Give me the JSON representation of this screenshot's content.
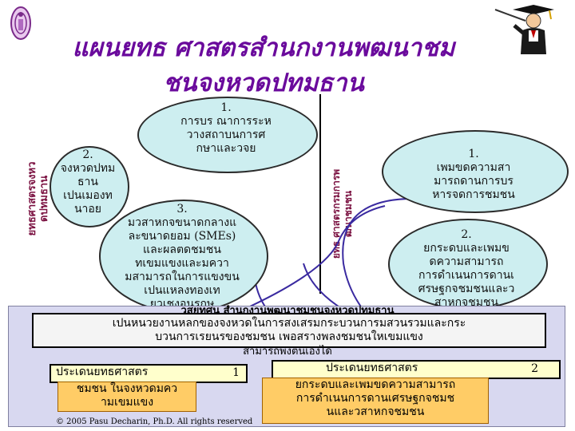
{
  "title": {
    "line1": "แผนยทธ ศาสตรสำนกงานพฒนาชม",
    "line2": "ชนจงหวดปทมธาน"
  },
  "side_labels": {
    "left": [
      "ยทธศาสตรจงหว",
      "ดปทมธาน"
    ],
    "center": [
      "ยทธ ศาสตรกรมการพ",
      "ฒนาชมชน"
    ]
  },
  "bubbles": {
    "top_center": [
      "1.",
      "การบร ณาการระห",
      "วางสถาบนการศ",
      "กษาและวจย"
    ],
    "left_2": [
      "2.",
      "จงหวดปทม",
      "ธาน",
      "เปนเมองท",
      "นาอย"
    ],
    "left_3": [
      "3.",
      "มวสาหกจขนาดกลางแ",
      "ละขนาดยอม (SMEs)",
      "และผลตดชมชน",
      "ทเขมแขงและมควา",
      "มสามารถในการแขงขน",
      "เปนแหลงทองเท",
      "ยวเชงอนรกษ"
    ],
    "right_1": [
      "1.",
      "เพมขดความสา",
      "มารถดานการบร",
      "หารจดการชมชน"
    ],
    "right_2": [
      "2.",
      "ยกระดบและเพมข",
      "ดความสามารถ",
      "การดำเนนการดานเ",
      "ศรษฐกจชมชนและว",
      "สาหกจชมชน"
    ]
  },
  "vision": {
    "heading": "วสยทศน สำนกงานพฒนาชมชนจงหวดปทมธาน",
    "line1": "เปนหนวยงานหลกของจงหวดในการสงเสรมกระบวนการมสวนรวมและกระ",
    "line2": "บวนการเรยนรของชมชน เพอสรางพลงชมชนใหเขมแขง",
    "line3": "สามารถพงตนเองได"
  },
  "strategy1": {
    "label": "ประเดนยทธศาสตร",
    "number": "1",
    "body": [
      "ชมชน ในจงหวดมคว",
      "ามเขมแขง"
    ]
  },
  "strategy2": {
    "label": "ประเดนยทธศาสตร",
    "number": "2",
    "body": [
      "ยกระดบและเพมขดความสามารถ",
      "การดำเนนการดานเศรษฐกจชมช",
      "นและวสาหกจชมชน"
    ]
  },
  "copyright": "© 2005 Pasu Decharin, Ph.D. All rights reserved",
  "colors": {
    "title": "#6a0a9c",
    "bubble": "#cdeef0",
    "strategy_body": "#ffcc66",
    "panel": "#d8d8f0"
  },
  "icons": [
    "university-seal-icon",
    "graduate-pointer-icon"
  ]
}
